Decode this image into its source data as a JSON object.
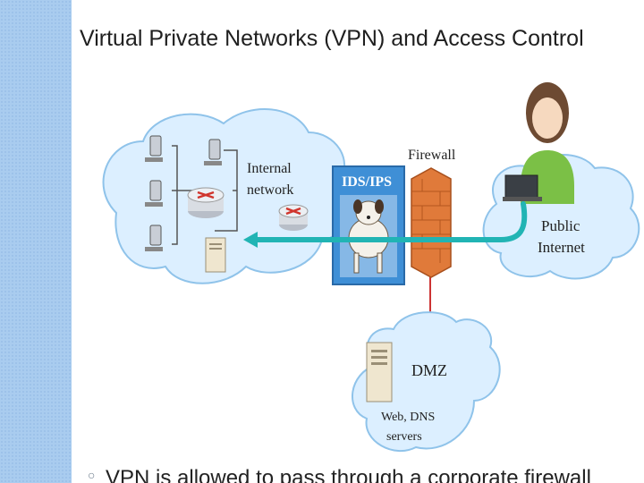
{
  "slide": {
    "title": "Virtual Private Networks (VPN) and Access Control",
    "bullet": "VPN is allowed to pass through a corporate firewall"
  },
  "diagram": {
    "labels": {
      "internal_network": [
        "Internal",
        "network"
      ],
      "firewall": "Firewall",
      "ids_ips": "IDS/IPS",
      "public_internet": [
        "Public",
        "Internet"
      ],
      "dmz": "DMZ",
      "dmz_servers": [
        "Web, DNS",
        "servers"
      ]
    }
  },
  "colors": {
    "left_band": "#a9ccef",
    "cloud_fill": "#dcefff",
    "cloud_stroke": "#8fc3ea",
    "vpn_arrow": "#21b4b4",
    "ids_box": "#3f8fd6",
    "firewall": "#e07a3a",
    "wire": "#cc3333"
  },
  "icons": [
    "workstation-icon",
    "router-icon",
    "server-icon",
    "firewall-icon",
    "ids-dog-icon",
    "laptop-user-icon"
  ]
}
